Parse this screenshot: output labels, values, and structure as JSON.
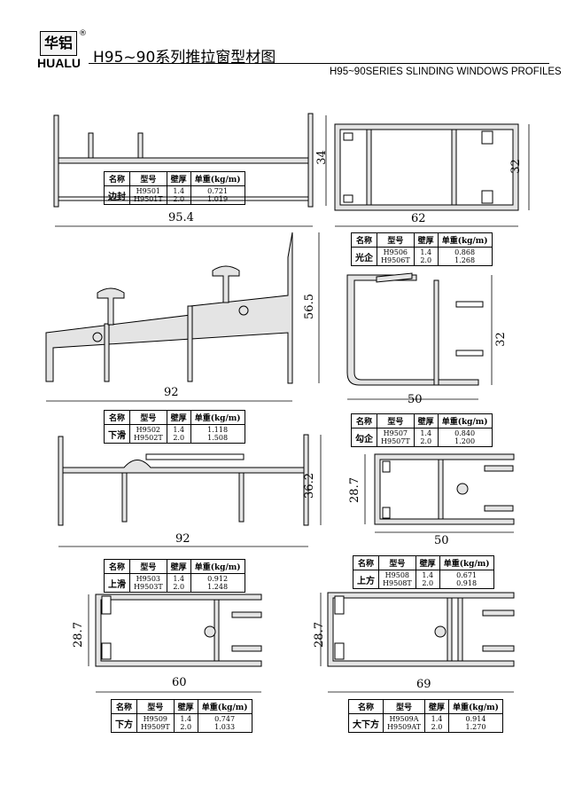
{
  "header": {
    "logo_text": "华铝",
    "registered_mark": "®",
    "brand": "HUALU",
    "title": "H95~90系列推拉窗型材图",
    "subtitle": "H95~90SERIES SLINDING WINDOWS PROFILES"
  },
  "table_headers": [
    "名称",
    "型号",
    "壁厚",
    "单重(kg/m)"
  ],
  "profiles": [
    {
      "name": "边封",
      "models": [
        "H9501",
        "H9501T"
      ],
      "thickness": [
        "1.4",
        "2.0"
      ],
      "weight": [
        "0.721",
        "1.019"
      ],
      "dims": [
        "95.4",
        "34"
      ]
    },
    {
      "name": "光企",
      "models": [
        "H9506",
        "H9506T"
      ],
      "thickness": [
        "1.4",
        "2.0"
      ],
      "weight": [
        "0.868",
        "1.268"
      ],
      "dims": [
        "62",
        "32"
      ]
    },
    {
      "name": "下滑",
      "models": [
        "H9502",
        "H9502T"
      ],
      "thickness": [
        "1.4",
        "2.0"
      ],
      "weight": [
        "1.118",
        "1.508"
      ],
      "dims": [
        "92",
        "56.5"
      ]
    },
    {
      "name": "勾企",
      "models": [
        "H9507",
        "H9507T"
      ],
      "thickness": [
        "1.4",
        "2.0"
      ],
      "weight": [
        "0.840",
        "1.200"
      ],
      "dims": [
        "50",
        "32"
      ]
    },
    {
      "name": "上滑",
      "models": [
        "H9503",
        "H9503T"
      ],
      "thickness": [
        "1.4",
        "2.0"
      ],
      "weight": [
        "0.912",
        "1.248"
      ],
      "dims": [
        "92",
        "36.2"
      ]
    },
    {
      "name": "上方",
      "models": [
        "H9508",
        "H9508T"
      ],
      "thickness": [
        "1.4",
        "2.0"
      ],
      "weight": [
        "0.671",
        "0.918"
      ],
      "dims": [
        "50",
        "28.7"
      ]
    },
    {
      "name": "下方",
      "models": [
        "H9509",
        "H9509T"
      ],
      "thickness": [
        "1.4",
        "2.0"
      ],
      "weight": [
        "0.747",
        "1.033"
      ],
      "dims": [
        "60",
        "28.7"
      ]
    },
    {
      "name": "大下方",
      "models": [
        "H9509A",
        "H9509AT"
      ],
      "thickness": [
        "1.4",
        "2.0"
      ],
      "weight": [
        "0.914",
        "1.270"
      ],
      "dims": [
        "69",
        "28.7"
      ]
    }
  ]
}
